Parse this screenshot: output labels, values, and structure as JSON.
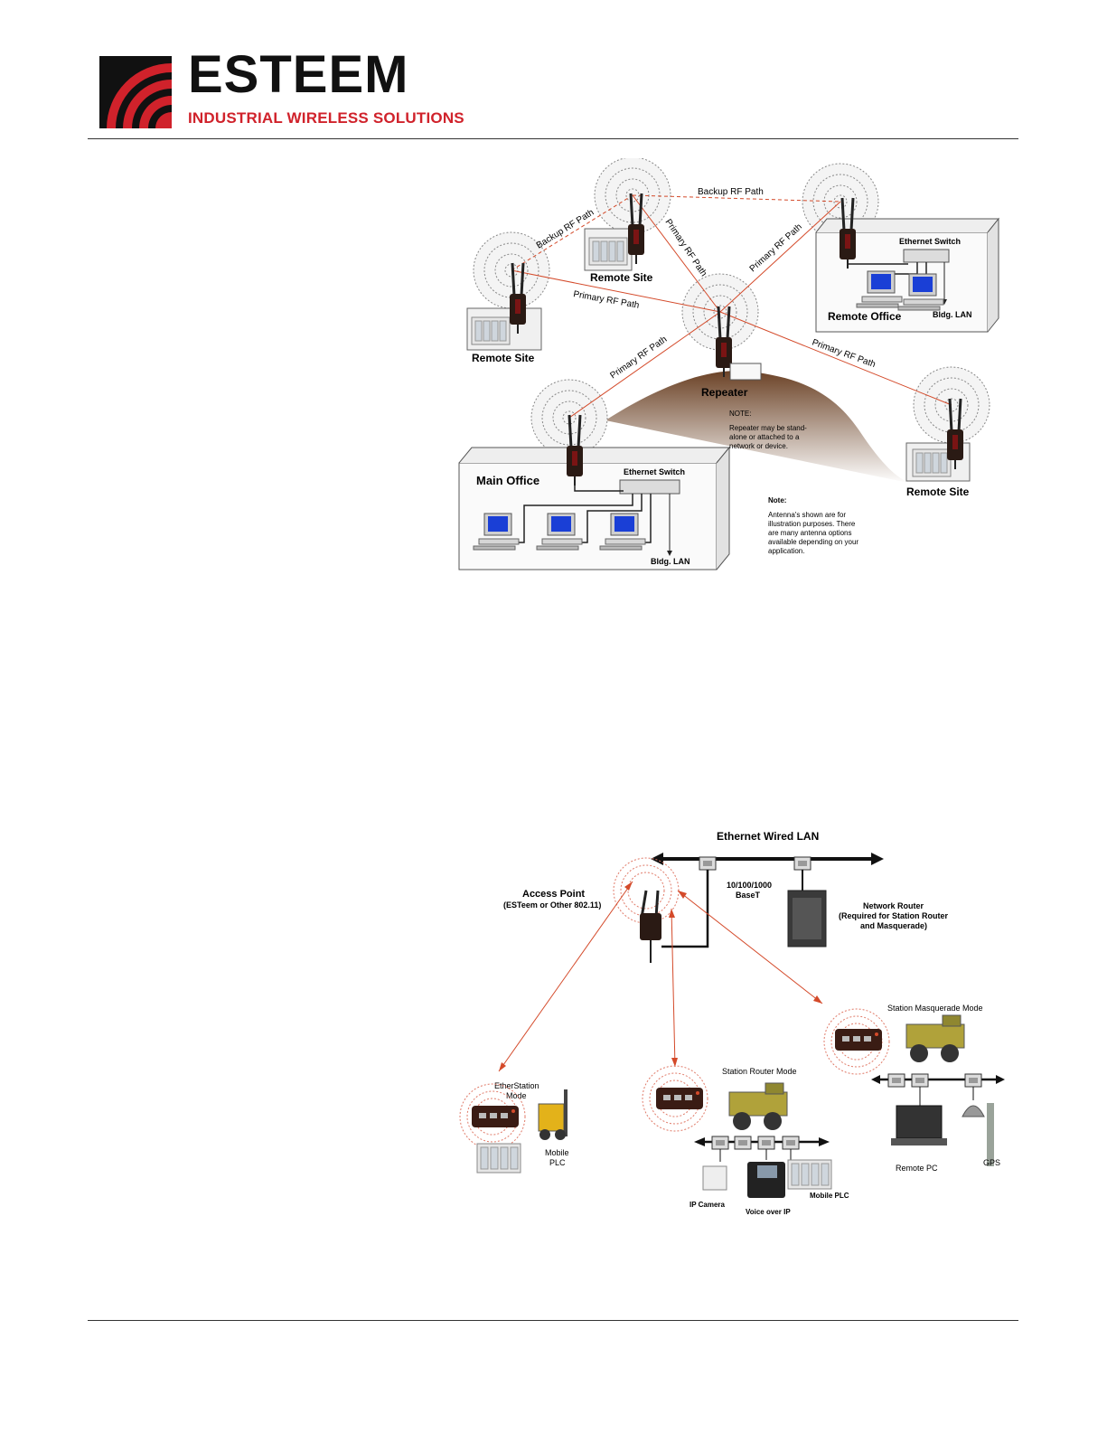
{
  "header": {
    "brand": "ESTEEM",
    "tagline": "INDUSTRIAL WIRELESS SOLUTIONS",
    "logo_icon": "radio-waves-logo-icon",
    "brand_color": "#d0222b"
  },
  "diagram1": {
    "path_labels": {
      "backup_top": "Backup RF Path",
      "backup_left": "Backup RF Path",
      "primary_a": "Primary RF Path",
      "primary_b": "Primary RF Path",
      "primary_c": "Primary RF Path",
      "primary_d": "Primary RF Path",
      "primary_e": "Primary RF Path"
    },
    "sites": {
      "remote_site_top": "Remote Site",
      "remote_site_left": "Remote Site",
      "remote_site_right": "Remote Site",
      "remote_office": "Remote Office",
      "repeater": "Repeater",
      "main_office": "Main Office"
    },
    "ethernet_switch": "Ethernet Switch",
    "bldg_lan": "Bldg. LAN",
    "repeater_note_title": "NOTE:",
    "repeater_note_lines": [
      "Repeater may be stand-",
      "alone or attached to a",
      "network or device."
    ],
    "antenna_note_title": "Note:",
    "antenna_note_lines": [
      "Antenna's shown are for",
      "illustration purposes.  There",
      "are many antenna options",
      "available depending on your",
      "application."
    ]
  },
  "diagram2": {
    "lan_title": "Ethernet Wired LAN",
    "access_point": "Access Point",
    "access_point_sub": "(ESTeem or Other 802.11)",
    "speed_line1": "10/100/1000",
    "speed_line2": "BaseT",
    "router_lines": [
      "Network Router",
      "(Required for Station Router",
      "and Masquerade)"
    ],
    "masquerade_mode": "Station Masquerade  Mode",
    "router_mode": "Station Router Mode",
    "etherstation_line1": "EtherStation",
    "etherstation_line2": "Mode",
    "mobile_plc_line1": "Mobile",
    "mobile_plc_line2": "PLC",
    "ip_camera": "IP Camera",
    "voice_over_ip": "Voice over IP",
    "mobile_plc": "Mobile PLC",
    "remote_pc": "Remote PC",
    "gps": "GPS"
  }
}
